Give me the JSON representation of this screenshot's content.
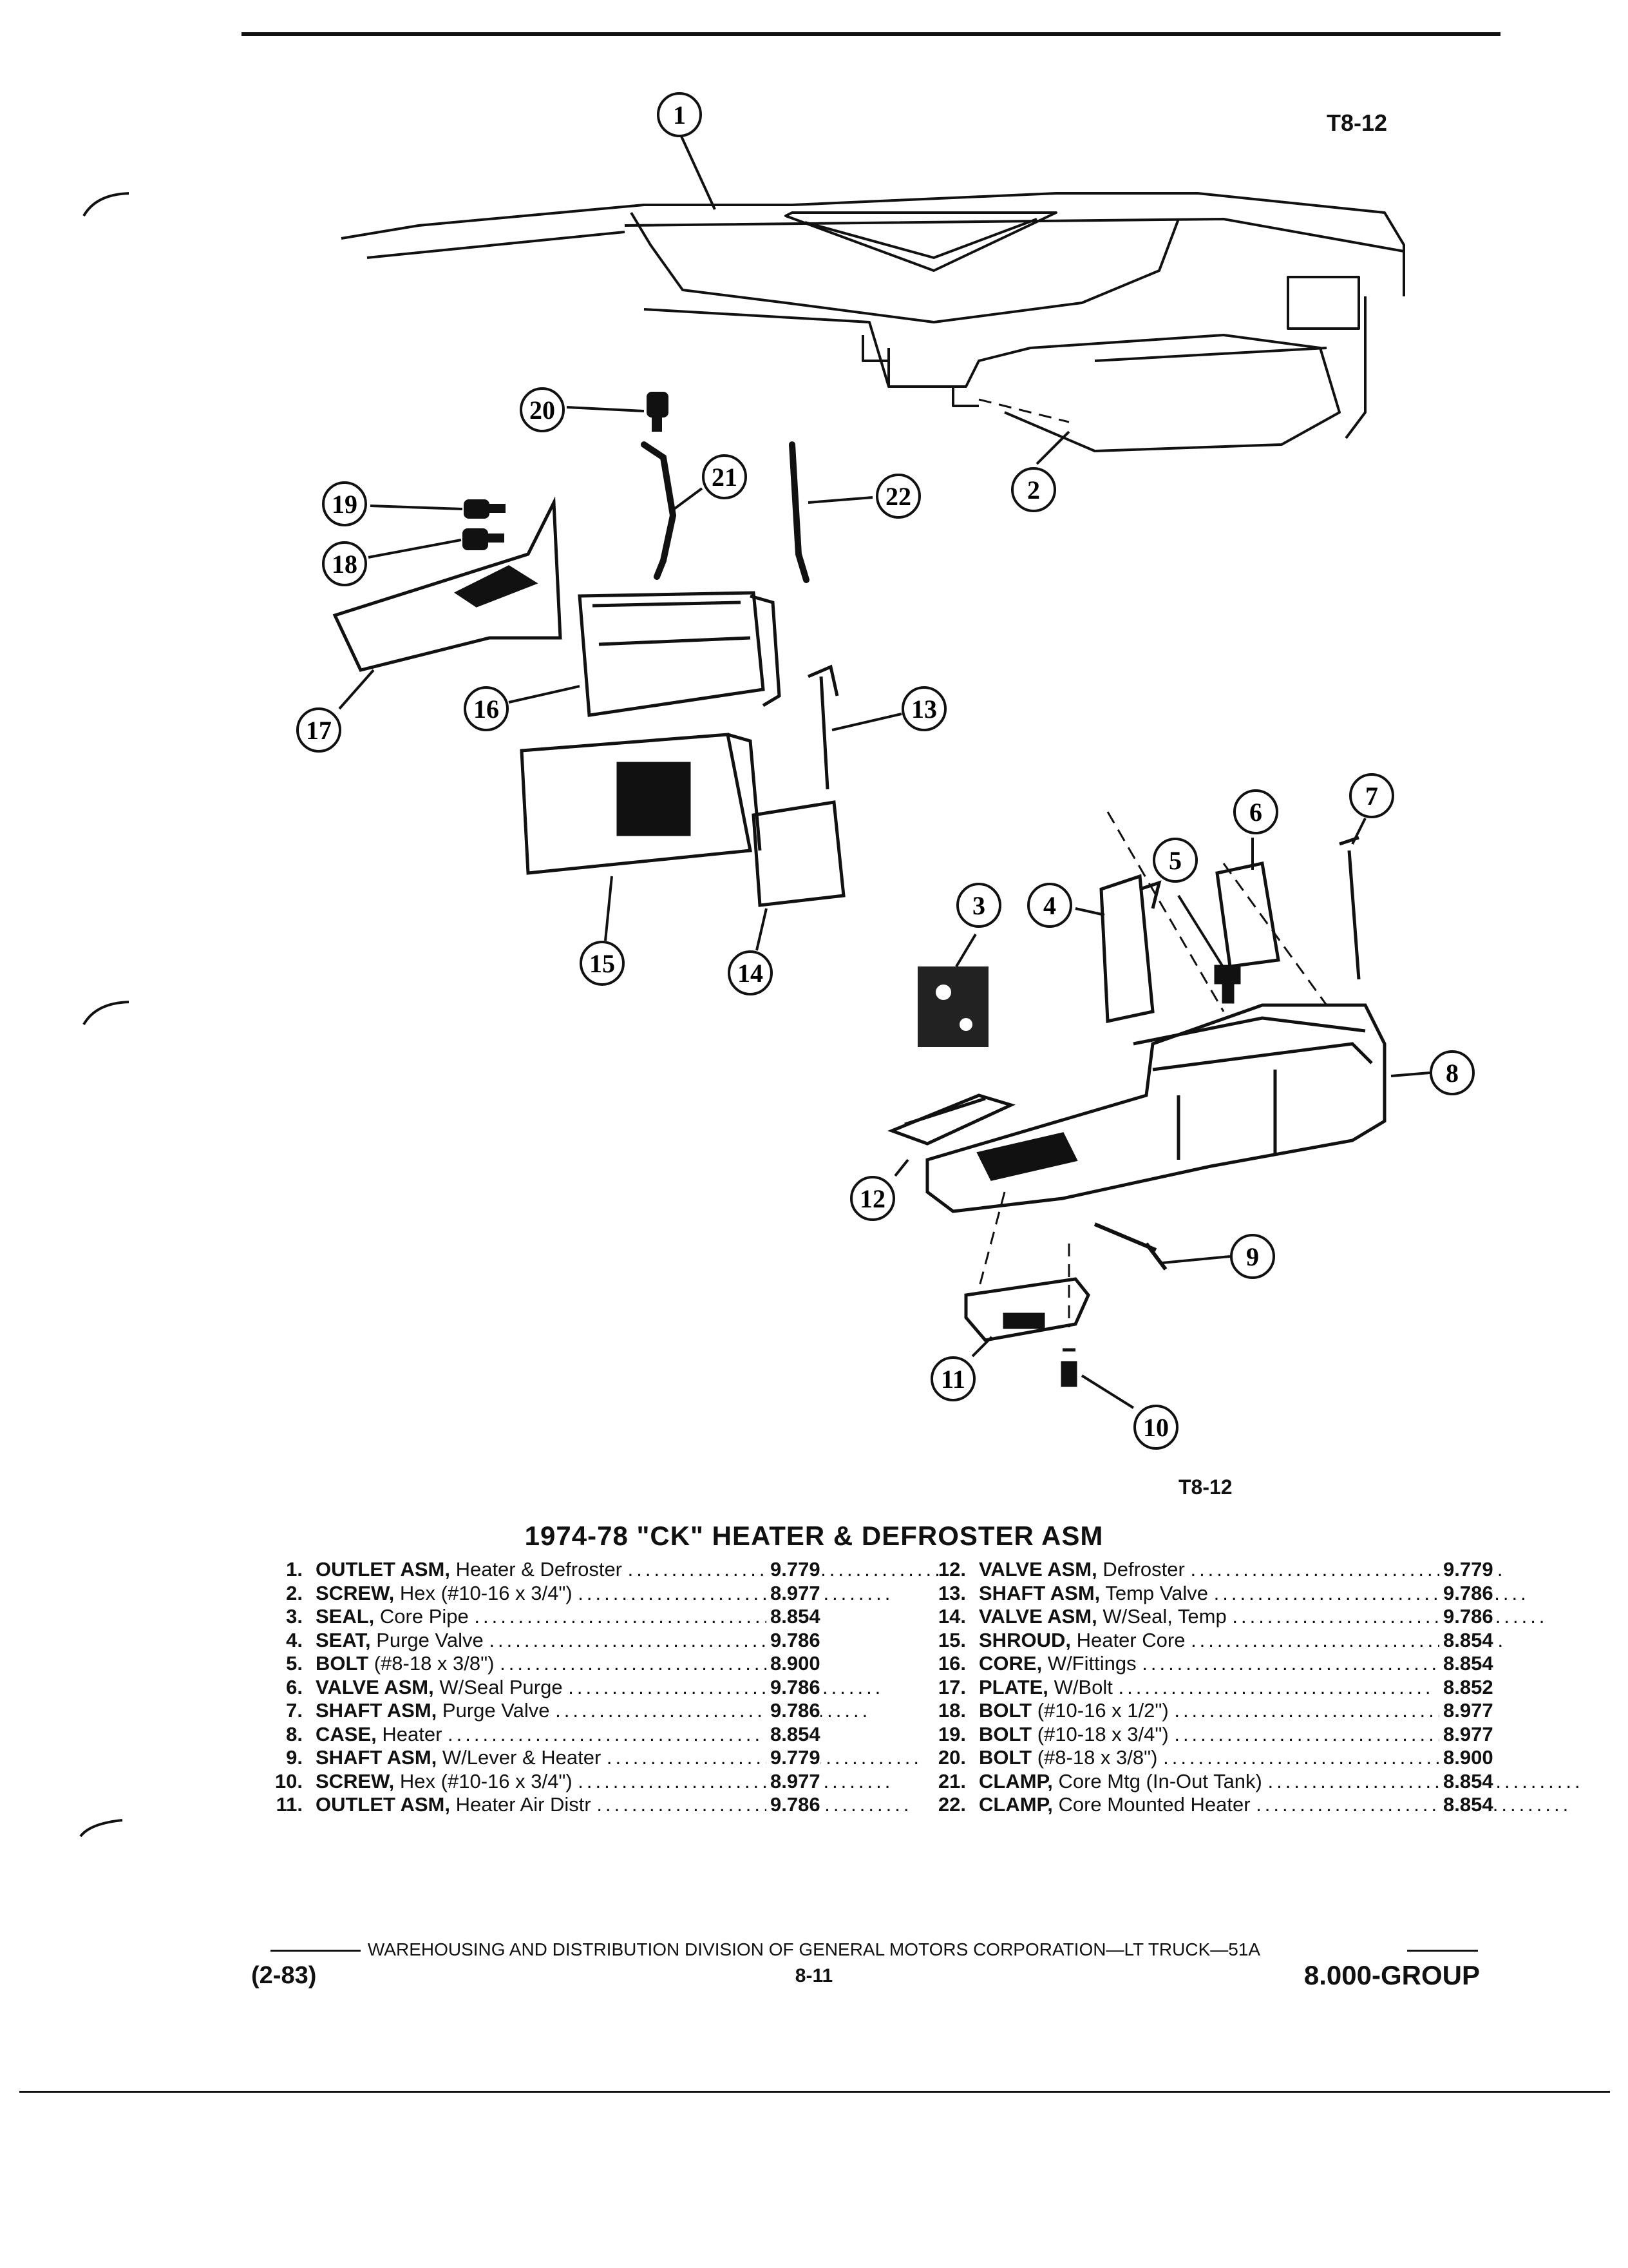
{
  "figure": {
    "code_top": "T8-12",
    "code_bottom": "T8-12"
  },
  "callouts": [
    "1",
    "2",
    "3",
    "4",
    "5",
    "6",
    "7",
    "8",
    "9",
    "10",
    "11",
    "12",
    "13",
    "14",
    "15",
    "16",
    "17",
    "18",
    "19",
    "20",
    "21",
    "22"
  ],
  "title": "1974-78 \"CK\" HEATER & DEFROSTER ASM",
  "parts_left": [
    {
      "num": "1.",
      "name": "OUTLET ASM,",
      "desc": "Heater & Defroster",
      "group": "9.779"
    },
    {
      "num": "2.",
      "name": "SCREW,",
      "desc": "Hex (#10-16 x 3/4\")",
      "group": "8.977"
    },
    {
      "num": "3.",
      "name": "SEAL,",
      "desc": "Core Pipe",
      "group": "8.854"
    },
    {
      "num": "4.",
      "name": "SEAT,",
      "desc": "Purge Valve",
      "group": "9.786"
    },
    {
      "num": "5.",
      "name": "BOLT",
      "desc": "(#8-18 x 3/8\")",
      "group": "8.900"
    },
    {
      "num": "6.",
      "name": "VALVE ASM,",
      "desc": "W/Seal Purge",
      "group": "9.786"
    },
    {
      "num": "7.",
      "name": "SHAFT ASM,",
      "desc": "Purge Valve",
      "group": "9.786"
    },
    {
      "num": "8.",
      "name": "CASE,",
      "desc": "Heater",
      "group": "8.854"
    },
    {
      "num": "9.",
      "name": "SHAFT ASM,",
      "desc": "W/Lever & Heater",
      "group": "9.779"
    },
    {
      "num": "10.",
      "name": "SCREW,",
      "desc": "Hex (#10-16 x 3/4\")",
      "group": "8.977"
    },
    {
      "num": "11.",
      "name": "OUTLET ASM,",
      "desc": "Heater Air Distr",
      "group": "9.786"
    }
  ],
  "parts_right": [
    {
      "num": "12.",
      "name": "VALVE ASM,",
      "desc": "Defroster",
      "group": "9.779"
    },
    {
      "num": "13.",
      "name": "SHAFT ASM,",
      "desc": "Temp Valve",
      "group": "9.786"
    },
    {
      "num": "14.",
      "name": "VALVE ASM,",
      "desc": "W/Seal, Temp",
      "group": "9.786"
    },
    {
      "num": "15.",
      "name": "SHROUD,",
      "desc": "Heater Core",
      "group": "8.854"
    },
    {
      "num": "16.",
      "name": "CORE,",
      "desc": "W/Fittings",
      "group": "8.854"
    },
    {
      "num": "17.",
      "name": "PLATE,",
      "desc": "W/Bolt",
      "group": "8.852"
    },
    {
      "num": "18.",
      "name": "BOLT",
      "desc": "(#10-16 x 1/2\")",
      "group": "8.977"
    },
    {
      "num": "19.",
      "name": "BOLT",
      "desc": "(#10-18 x 3/4\")",
      "group": "8.977"
    },
    {
      "num": "20.",
      "name": "BOLT",
      "desc": "(#8-18 x 3/8\")",
      "group": "8.900"
    },
    {
      "num": "21.",
      "name": "CLAMP,",
      "desc": "Core Mtg (In-Out Tank)",
      "group": "8.854"
    },
    {
      "num": "22.",
      "name": "CLAMP,",
      "desc": "Core Mounted Heater",
      "group": "8.854"
    }
  ],
  "footer": {
    "line": "WAREHOUSING AND DISTRIBUTION  DIVISION OF GENERAL MOTORS CORPORATION—LT TRUCK—51A",
    "date": "(2-83)",
    "page": "8-11",
    "group": "8.000-GROUP"
  }
}
